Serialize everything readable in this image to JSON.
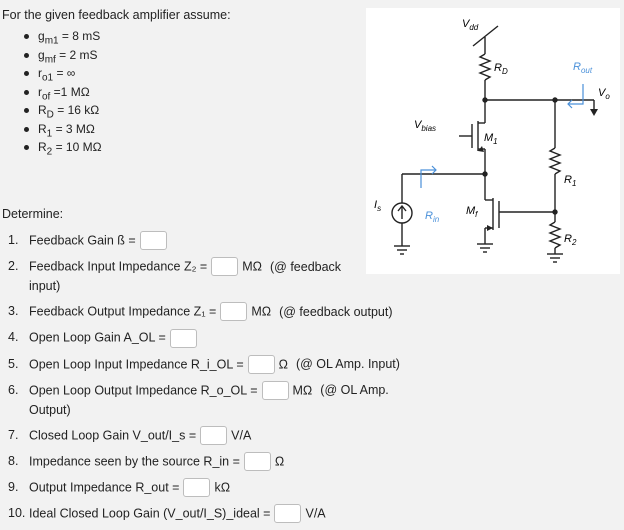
{
  "intro": "For the given feedback amplifier assume:",
  "params": [
    "g_m1 = 8 mS",
    "g_mf = 2 mS",
    "r_o1 = ∞",
    "r_of =1 MΩ",
    "R_D = 16 kΩ",
    "R_1 = 3 MΩ",
    "R_2 = 10 MΩ"
  ],
  "params_display": [
    {
      "sym": "g",
      "sub": "m1",
      "rest": " = 8 mS"
    },
    {
      "sym": "g",
      "sub": "mf",
      "rest": " = 2 mS"
    },
    {
      "sym": "r",
      "sub": "o1",
      "rest": " = ∞"
    },
    {
      "sym": "r",
      "sub": "of",
      "rest": " =1 MΩ"
    },
    {
      "sym": "R",
      "sub": "D",
      "rest": " = 16 kΩ"
    },
    {
      "sym": "R",
      "sub": "1",
      "rest": " = 3 MΩ"
    },
    {
      "sym": "R",
      "sub": "2",
      "rest": " = 10 MΩ"
    }
  ],
  "determine": "Determine:",
  "questions": [
    {
      "num": "1.",
      "text": "Feedback Gain ß =",
      "unit": "",
      "note": ""
    },
    {
      "num": "2.",
      "text": "Feedback Input Impedance Z₂ =",
      "unit": "MΩ",
      "note": "(@ feedback input)"
    },
    {
      "num": "3.",
      "text": "Feedback Output Impedance Z₁ =",
      "unit": "MΩ",
      "note": "(@ feedback output)"
    },
    {
      "num": "4.",
      "text": "Open Loop Gain A_OL =",
      "unit": "",
      "note": ""
    },
    {
      "num": "5.",
      "text": "Open Loop Input Impedance R_i_OL =",
      "unit": "Ω",
      "note": "(@ OL Amp. Input)"
    },
    {
      "num": "6.",
      "text": "Open Loop Output Impedance R_o_OL =",
      "unit": "MΩ",
      "note": "(@ OL Amp. Output)"
    },
    {
      "num": "7.",
      "text": "Closed Loop Gain V_out/I_s =",
      "unit": "V/A",
      "note": ""
    },
    {
      "num": "8.",
      "text": "Impedance seen by the source R_in =",
      "unit": "Ω",
      "note": ""
    },
    {
      "num": "9.",
      "text": "Output Impedance R_out =",
      "unit": "kΩ",
      "note": ""
    },
    {
      "num": "10.",
      "text": "Ideal Closed Loop Gain (V_out/I_S)_ideal =",
      "unit": "V/A",
      "note": ""
    }
  ],
  "circuit": {
    "vdd": "V_dd",
    "rd": "R_D",
    "rout": "R_out",
    "vo": "V_o",
    "vbias": "V_bias",
    "m1": "M_1",
    "r1": "R_1",
    "is": "I_s",
    "rin": "R_in",
    "mf": "M_f",
    "r2": "R_2",
    "accent": "#4a90d9"
  }
}
